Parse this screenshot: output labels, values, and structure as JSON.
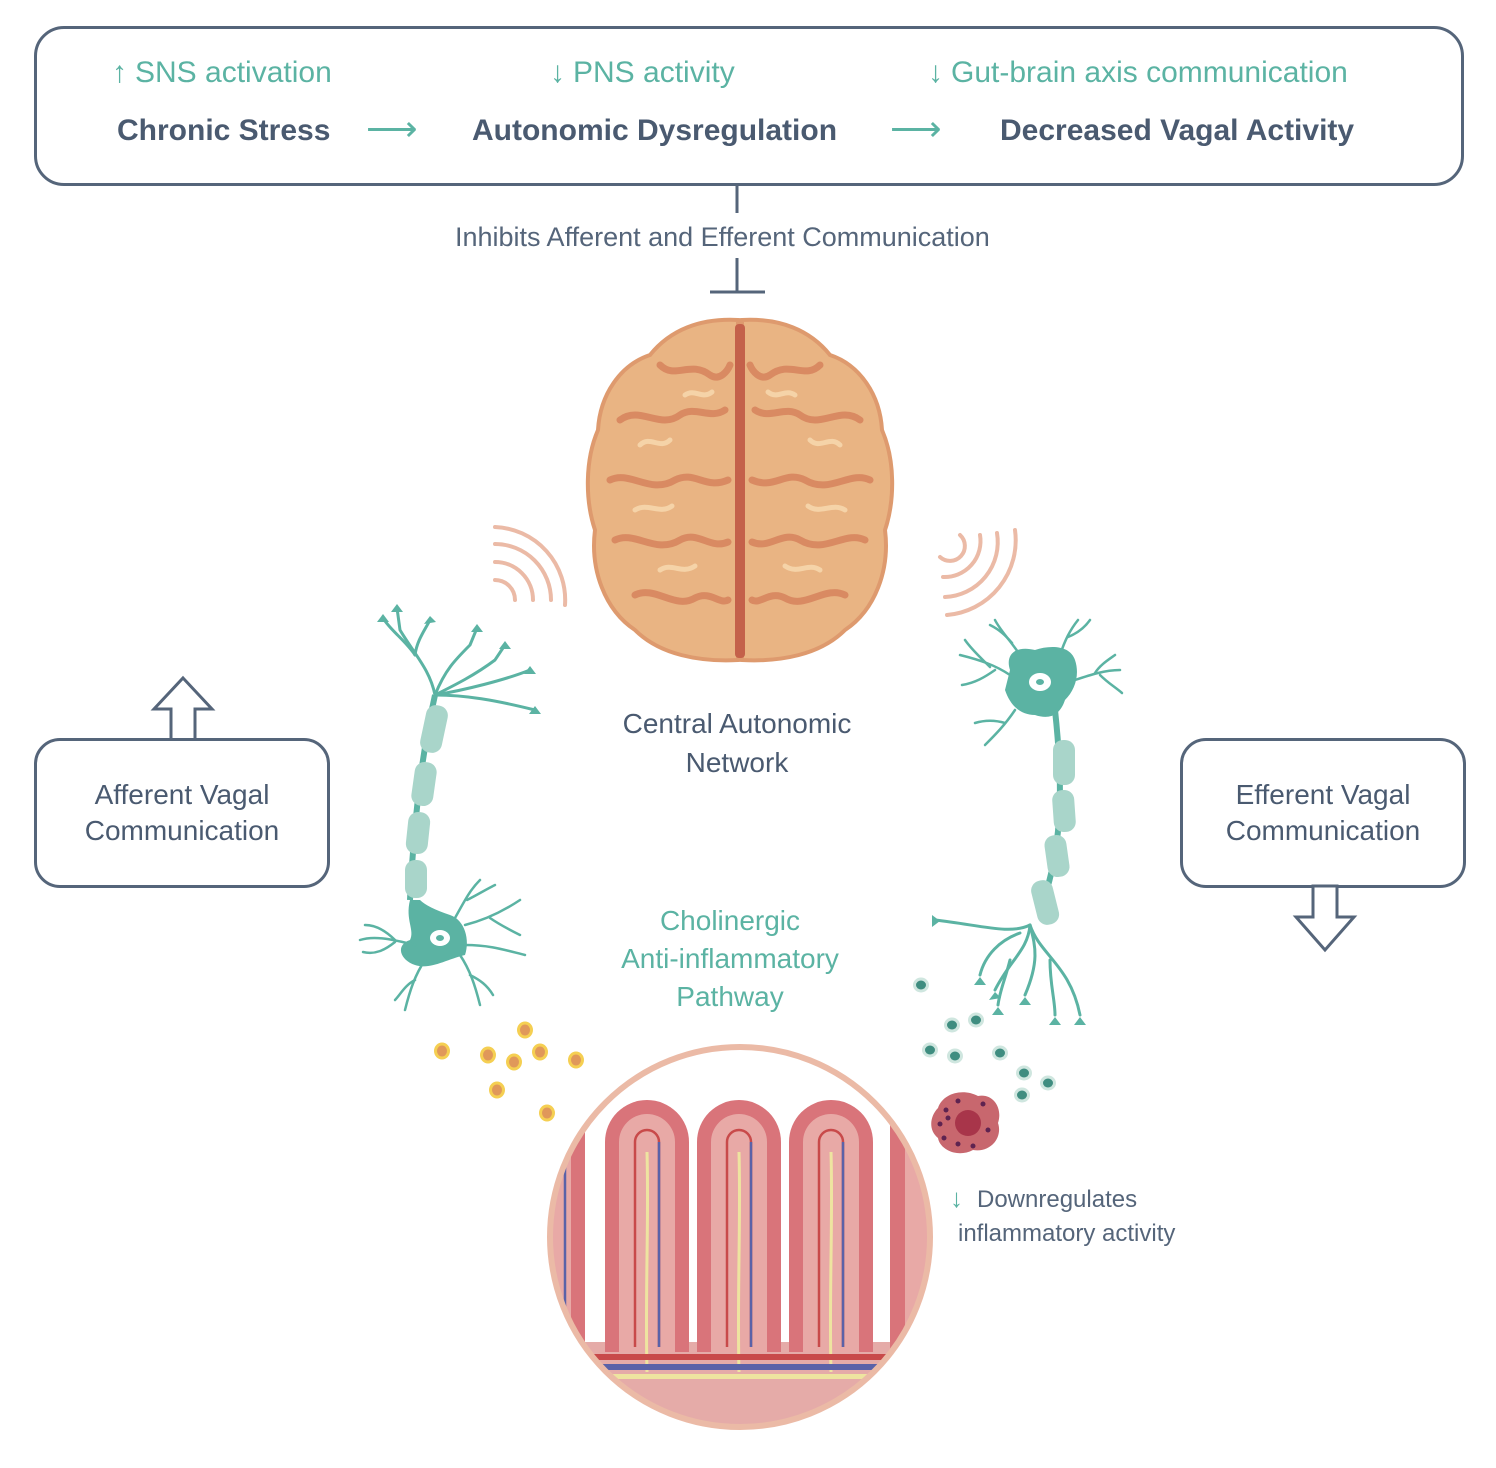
{
  "header": {
    "effects": [
      {
        "direction": "up",
        "icon": "arrow-up-icon",
        "label": "SNS activation"
      },
      {
        "direction": "down",
        "icon": "arrow-down-icon",
        "label": "PNS activity"
      },
      {
        "direction": "down",
        "icon": "arrow-down-icon",
        "label": "Gut-brain axis communication"
      }
    ],
    "flow": [
      "Chronic Stress",
      "Autonomic Dysregulation",
      "Decreased Vagal Activity"
    ],
    "flow_arrow": "⟶"
  },
  "inhibition": {
    "label": "Inhibits Afferent and Efferent Communication"
  },
  "brain": {
    "label_line1": "Central Autonomic",
    "label_line2": "Network"
  },
  "afferent": {
    "line1": "Afferent Vagal",
    "line2": "Communication",
    "arrow": "up"
  },
  "efferent": {
    "line1": "Efferent Vagal",
    "line2": "Communication",
    "arrow": "down"
  },
  "pathway": {
    "line1": "Cholinergic",
    "line2": "Anti-inflammatory",
    "line3": "Pathway"
  },
  "inflammation": {
    "icon": "arrow-down-icon",
    "line1": "Downregulates",
    "line2": "inflammatory activity"
  },
  "colors": {
    "teal": "#5bb3a3",
    "slate": "#4a5a70",
    "brain": "#e9b483",
    "brain_dark": "#d98a62",
    "signal_waves": "#ebbaa6",
    "gut_red": "#d9747a",
    "gut_pink": "#e8a9a6",
    "particle_yellow": "#f5cf52",
    "particle_orange": "#e0985a",
    "teal_particle": "#3f8d80",
    "immune_cell": "#c8676e"
  }
}
